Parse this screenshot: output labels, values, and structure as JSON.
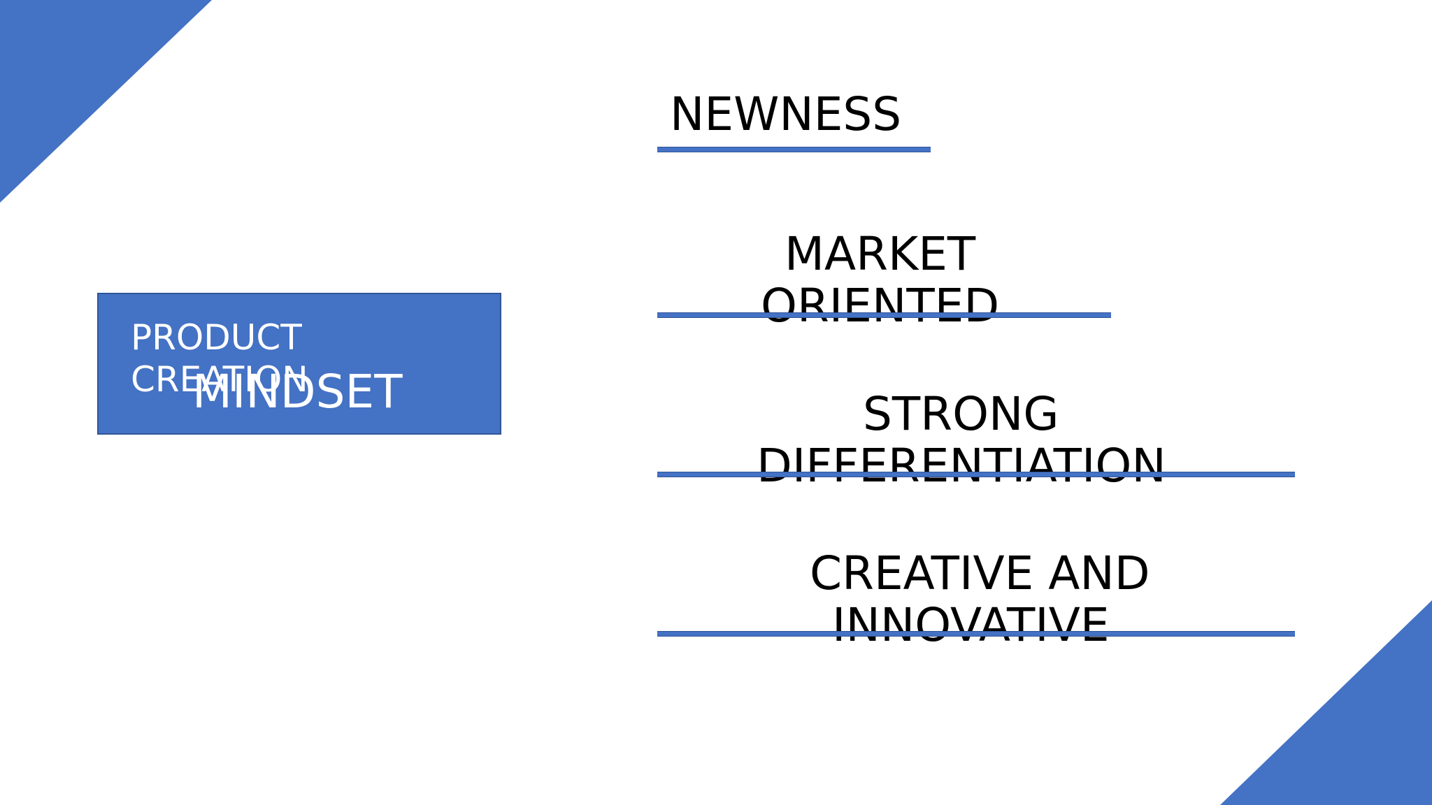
{
  "colors": {
    "accent": "#4472C4",
    "accent_border": "#2F5597",
    "background": "#FFFFFF",
    "text_dark": "#000000",
    "text_light": "#FFFFFF"
  },
  "left_box": {
    "line1": "PRODUCT",
    "line2": "CREATION",
    "overlay": "MINDSET"
  },
  "items": [
    {
      "line1": "NEWNESS",
      "line2": ""
    },
    {
      "line1": "MARKET",
      "line2": "ORIENTED"
    },
    {
      "line1": "STRONG",
      "line2": "DIFFERENTIATION"
    },
    {
      "line1": "CREATIVE AND",
      "line2": "INNOVATIVE"
    }
  ]
}
